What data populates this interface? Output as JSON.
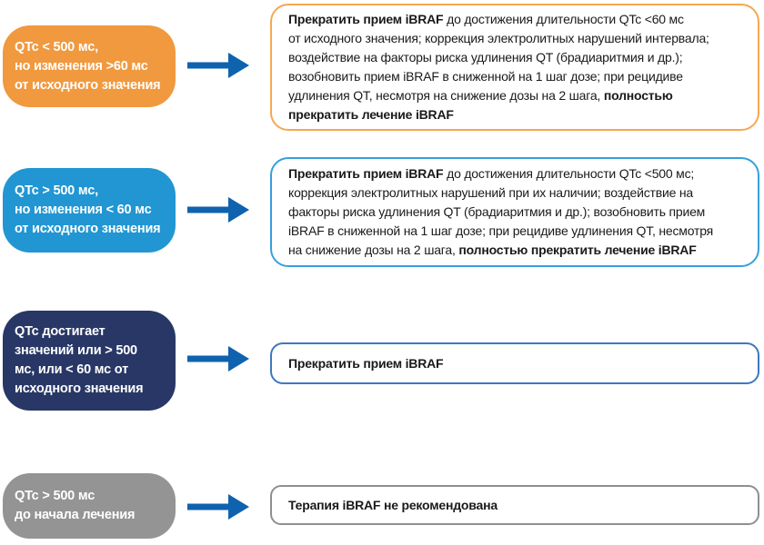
{
  "page": {
    "background": "#ffffff"
  },
  "arrow": {
    "color": "#0f62ae"
  },
  "rows": [
    {
      "condition": {
        "fill": "#f0993f",
        "text_color": "#ffffff",
        "lines": [
          "QTc < 500 мс,",
          "но изменения >60 мс",
          "от исходного значения"
        ]
      },
      "result": {
        "border_color": "#f5a851",
        "lines": [
          [
            {
              "t": "Прекратить прием iBRAF",
              "b": true
            },
            {
              "t": " до достижения длительности QTc <60 мс",
              "b": false
            }
          ],
          [
            {
              "t": "от исходного значения; коррекция электролитных нарушений интервала;",
              "b": false
            }
          ],
          [
            {
              "t": "воздействие на факторы риска удлинения QT (брадиаритмия и др.);",
              "b": false
            }
          ],
          [
            {
              "t": "возобновить прием iBRAF в сниженной на 1 шаг дозе; при рецидиве",
              "b": false
            }
          ],
          [
            {
              "t": "удлинения QT, несмотря на снижение дозы на 2 шага, ",
              "b": false
            },
            {
              "t": "полностью",
              "b": true
            }
          ],
          [
            {
              "t": "прекратить лечение iBRAF",
              "b": true
            }
          ]
        ]
      }
    },
    {
      "condition": {
        "fill": "#2196d3",
        "text_color": "#ffffff",
        "lines": [
          "QTc > 500 мс,",
          "но изменения < 60 мс",
          "от исходного значения"
        ]
      },
      "result": {
        "border_color": "#35a0dc",
        "lines": [
          [
            {
              "t": "Прекратить прием iBRAF",
              "b": true
            },
            {
              "t": " до достижения длительности QTc <500 мс;",
              "b": false
            }
          ],
          [
            {
              "t": "коррекция электролитных нарушений при их наличии; воздействие на",
              "b": false
            }
          ],
          [
            {
              "t": "факторы риска удлинения QT (брадиаритмия и др.); возобновить прием",
              "b": false
            }
          ],
          [
            {
              "t": "iBRAF в сниженной на 1 шаг дозе; при рецидиве удлинения QT, несмотря",
              "b": false
            }
          ],
          [
            {
              "t": "на снижение дозы на 2 шага, ",
              "b": false
            },
            {
              "t": "полностью прекратить лечение iBRAF",
              "b": true
            }
          ]
        ]
      }
    },
    {
      "condition": {
        "fill": "#283765",
        "text_color": "#ffffff",
        "lines": [
          "QTc достигает",
          "значений или > 500",
          "мс, или < 60 мс от",
          "исходного значения"
        ]
      },
      "result": {
        "border_color": "#3e78c0",
        "lines": [
          [
            {
              "t": "Прекратить прием iBRAF",
              "b": true
            }
          ]
        ]
      }
    },
    {
      "condition": {
        "fill": "#949494",
        "text_color": "#ffffff",
        "lines": [
          "QTc > 500 мс",
          "до начала лечения"
        ]
      },
      "result": {
        "border_color": "#8f8f8f",
        "lines": [
          [
            {
              "t": "Терапия iBRAF не рекомендована",
              "b": true
            }
          ]
        ]
      }
    }
  ]
}
